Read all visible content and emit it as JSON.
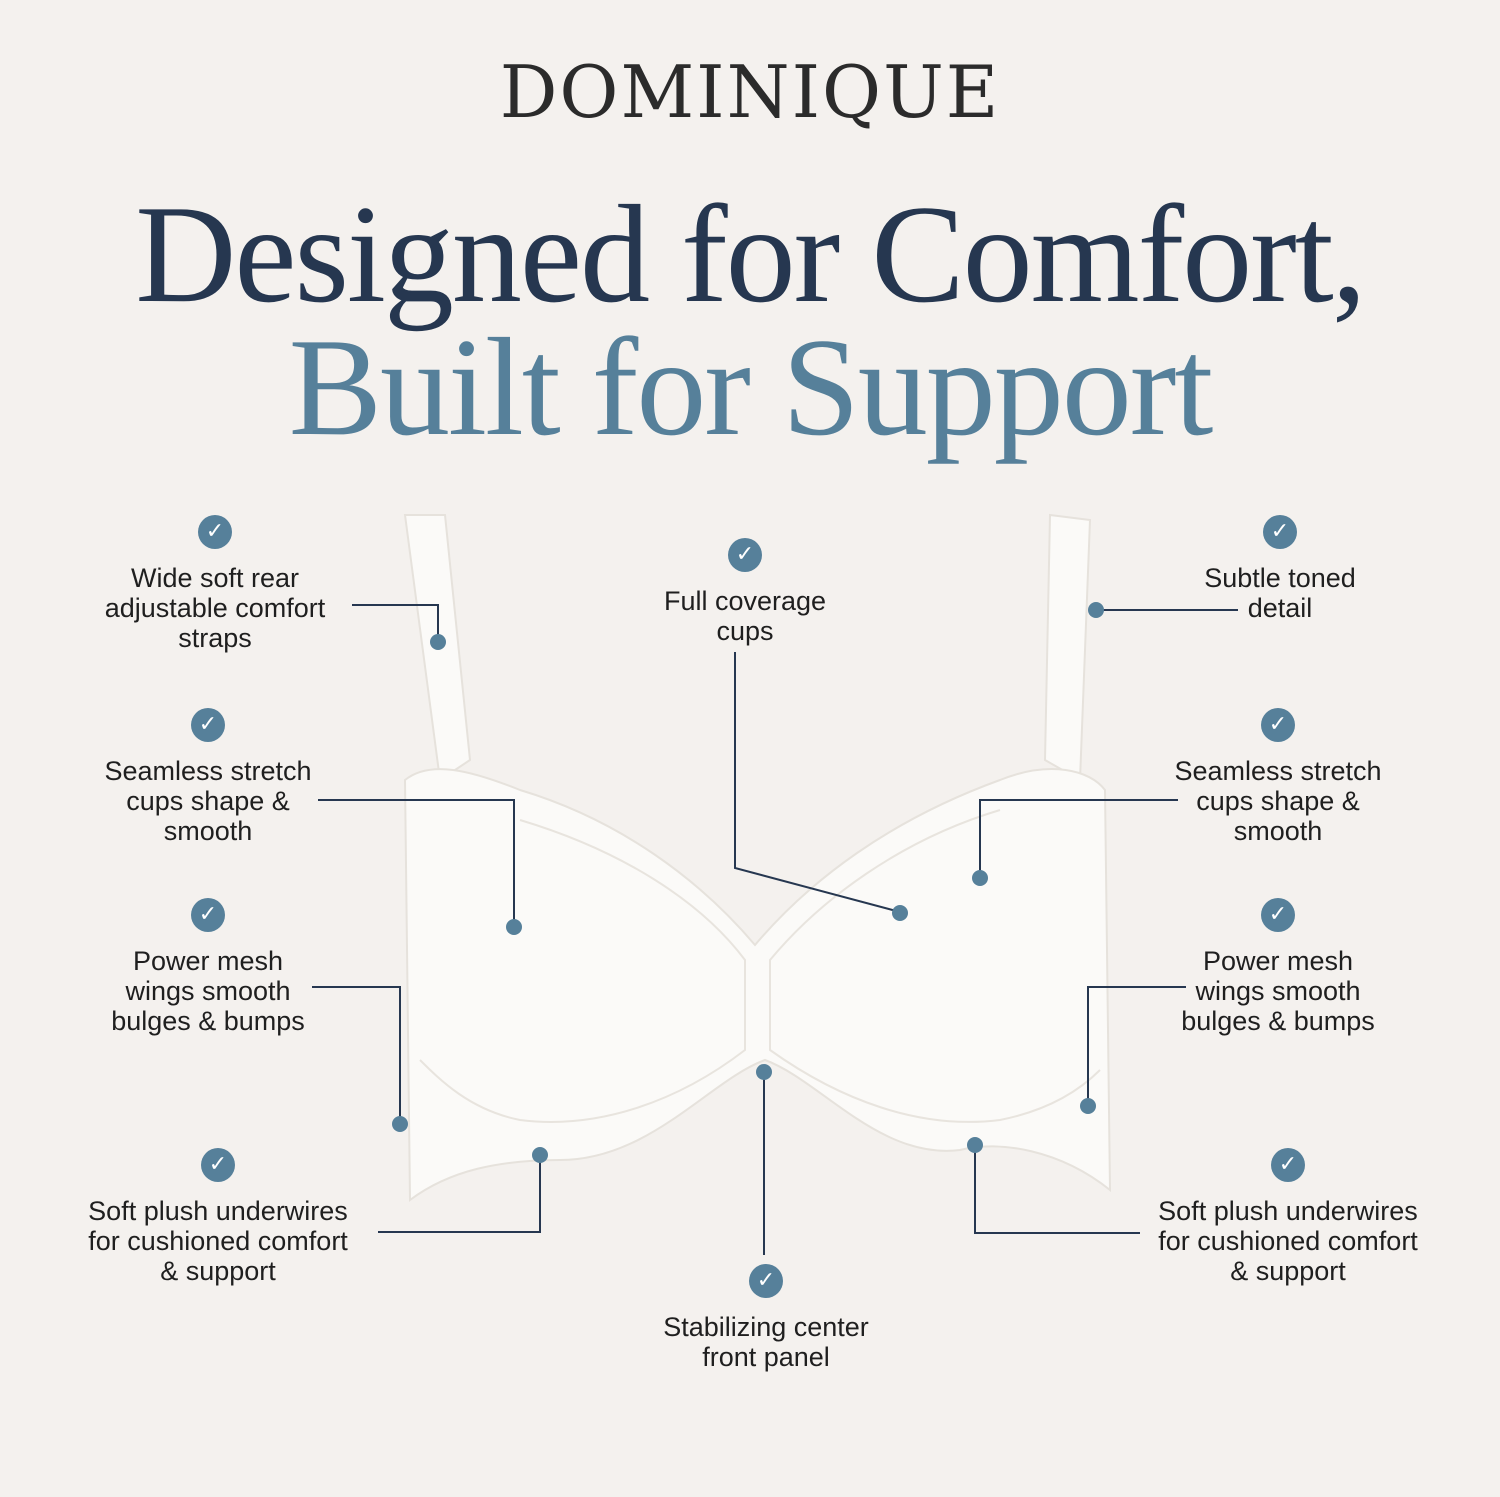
{
  "brand": "DOMINIQUE",
  "headline_line1": "Designed for Comfort,",
  "headline_line2": "Built for Support",
  "colors": {
    "navy": "#263750",
    "teal": "#56809a",
    "background": "#f4f1ee"
  },
  "features": {
    "left_straps": [
      "Wide soft rear",
      "adjustable comfort",
      "straps"
    ],
    "left_cups": [
      "Seamless stretch",
      "cups shape &",
      "smooth"
    ],
    "left_wings": [
      "Power mesh",
      "wings smooth",
      "bulges & bumps"
    ],
    "left_underwires": [
      "Soft plush underwires",
      "for cushioned comfort",
      "& support"
    ],
    "center_coverage": [
      "Full coverage",
      "cups"
    ],
    "center_panel": [
      "Stabilizing center",
      "front panel"
    ],
    "right_detail": [
      "Subtle toned",
      "detail"
    ],
    "right_cups": [
      "Seamless stretch",
      "cups shape &",
      "smooth"
    ],
    "right_wings": [
      "Power mesh",
      "wings smooth",
      "bulges & bumps"
    ],
    "right_underwires": [
      "Soft plush underwires",
      "for cushioned comfort",
      "& support"
    ]
  },
  "check_icon": "check-circle-icon"
}
